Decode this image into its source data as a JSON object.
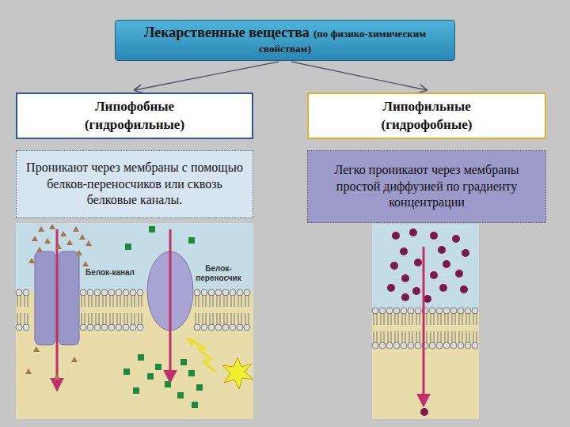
{
  "diagram": {
    "nodes": [
      {
        "text": [
          "Лекарственные вещества",
          "(по физико-химическим свойствам)"
        ]
      },
      {
        "text": [
          "Липофобные (гидрофильные)"
        ]
      },
      {
        "text": [
          "Липофильные (гидрофобные)"
        ]
      },
      {
        "text": [
          "Проникают через мембраны с помощью белков-переносчиков или сквозь белковые каналы."
        ]
      },
      {
        "text": [
          "Легко проникают через мембраны простой диффузией по градиенту концентрации"
        ]
      }
    ],
    "edges": [
      {
        "from": 0,
        "to": 1,
        "arrow": "to"
      },
      {
        "from": 0,
        "to": 2,
        "arrow": "to"
      }
    ],
    "labels": [
      "Белок-канал",
      "Белок- переносчик"
    ]
  }
}
